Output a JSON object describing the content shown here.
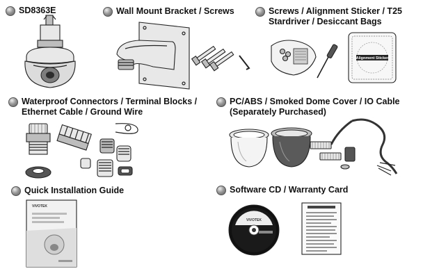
{
  "items": {
    "camera": {
      "label_lines": [
        "SD8363E"
      ]
    },
    "bracket": {
      "label_lines": [
        "Wall Mount Bracket / Screws"
      ]
    },
    "screws": {
      "label_lines": [
        "Screws / Alignment Sticker / T25",
        "Stardriver / Desiccant Bags"
      ]
    },
    "connectors": {
      "label_lines": [
        "Waterproof Connectors / Terminal Blocks /",
        "Ethernet Cable / Ground Wire"
      ]
    },
    "dome": {
      "label_lines": [
        "PC/ABS / Smoked Dome Cover / IO Cable",
        "(Separately Purchased)"
      ]
    },
    "guide": {
      "label_lines": [
        "Quick Installation Guide"
      ]
    },
    "software": {
      "label_lines": [
        "Software CD / Warranty Card"
      ]
    }
  },
  "sticker": {
    "title": "Alignment Sticker"
  },
  "cd": {
    "brand": "VIVOTEK"
  },
  "guide_cover": {
    "brand": "VIVOTEK"
  },
  "colors": {
    "bullet": "#8a8a8a",
    "line_art": "#222222"
  }
}
